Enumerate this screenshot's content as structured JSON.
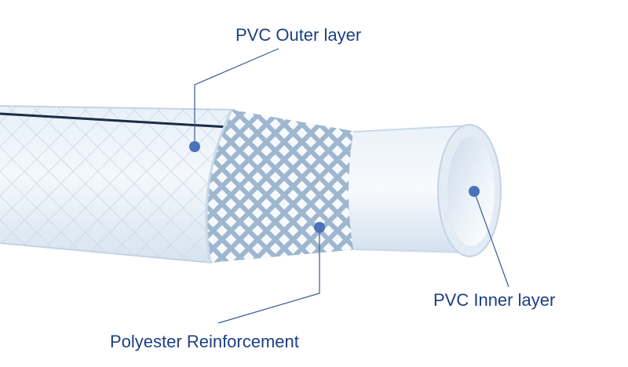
{
  "labels": {
    "outer": "PVC Outer layer",
    "inner": "PVC Inner layer",
    "reinforcement": "Polyester Reinforcement"
  },
  "colors": {
    "text": "#1c3f84",
    "leader": "#3a5a94",
    "dot": "#4a72b8",
    "hose_light": "#eef4fa",
    "hose_mid": "#dce8f2",
    "hose_edge": "#b9cbe0",
    "braid_bg": "#a9bfd6",
    "stripe": "#1c2c44"
  },
  "icons": {
    "pointer": "callout-dot"
  }
}
